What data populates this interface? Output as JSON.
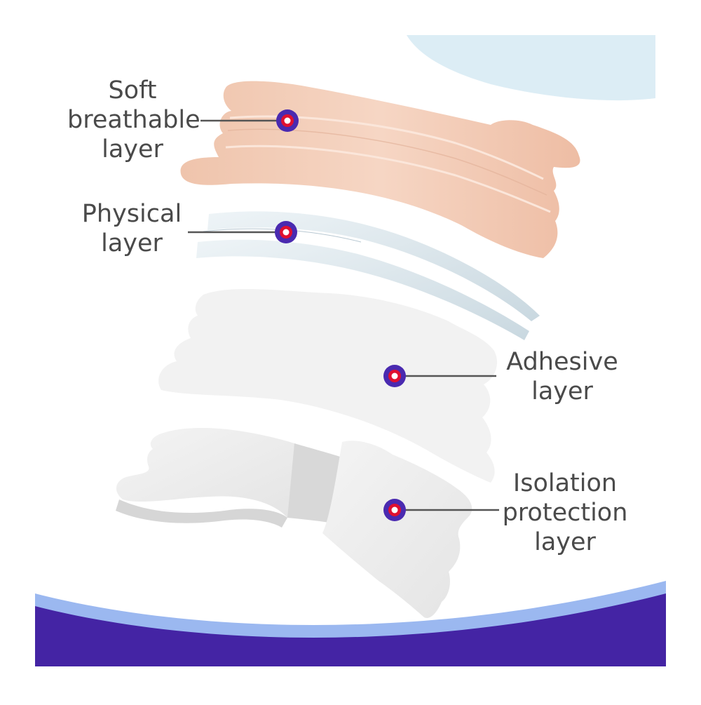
{
  "colors": {
    "background": "#ffffff",
    "band_primary": "#4424a4",
    "band_secondary": "#9bb8f0",
    "corner_shape": "#dcedf5",
    "marker_outer": "#4a2ab0",
    "marker_ring": "#e01030",
    "marker_center": "#ffffff",
    "leader_line": "#555555",
    "label_text": "#4a4a4a",
    "soft_layer": "#f0c8b2",
    "physical_layer": "#d8e4ea",
    "adhesive_layer": "#f2f2f2",
    "isolation_layer": "#ececec"
  },
  "layers": [
    {
      "id": "soft",
      "lines": [
        "Soft",
        "breathable",
        "layer"
      ]
    },
    {
      "id": "physical",
      "lines": [
        "Physical",
        "layer"
      ]
    },
    {
      "id": "adhesive",
      "lines": [
        "Adhesive",
        "layer"
      ]
    },
    {
      "id": "isolation",
      "lines": [
        "Isolation",
        "protection",
        "layer"
      ]
    }
  ]
}
